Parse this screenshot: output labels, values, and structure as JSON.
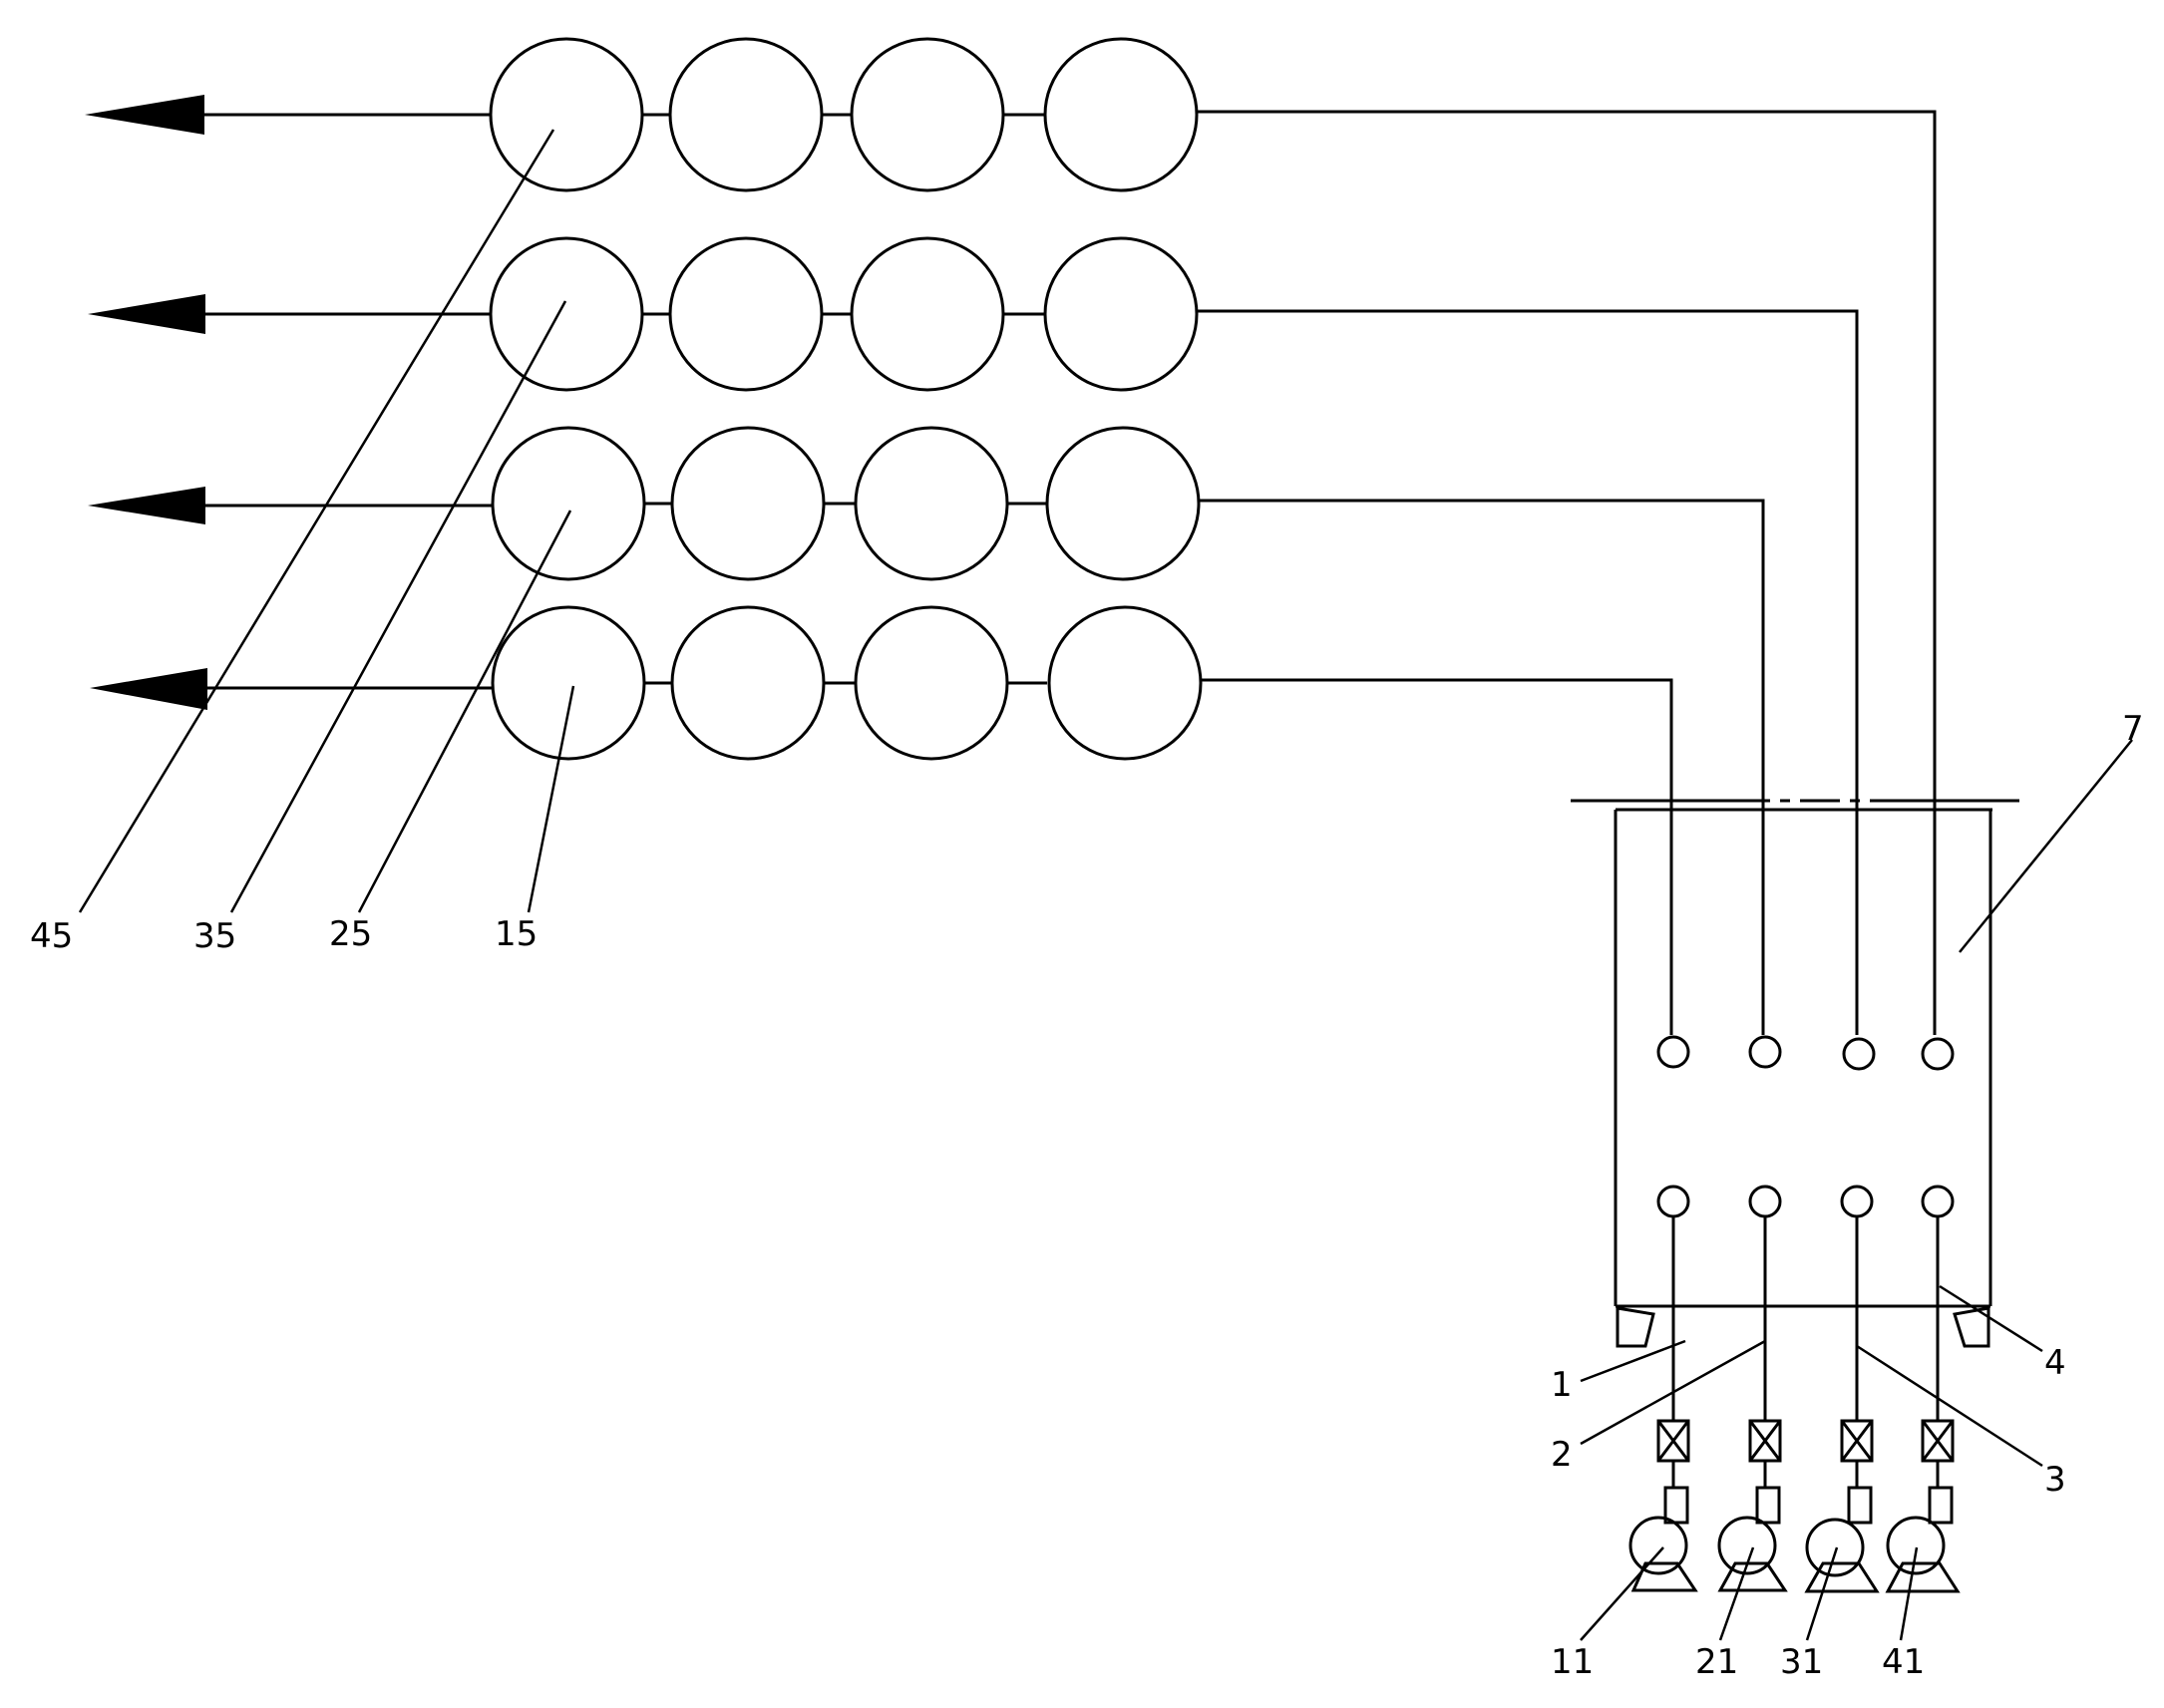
{
  "labels": {
    "filter_row_1": "45",
    "filter_row_2": "35",
    "filter_row_3": "25",
    "filter_row_4": "15",
    "tank": "7",
    "pipe_1": "1",
    "pipe_2": "2",
    "pipe_3": "3",
    "tank_base": "4",
    "pump_1": "11",
    "pump_2": "21",
    "pump_3": "31",
    "pump_4": "41"
  }
}
